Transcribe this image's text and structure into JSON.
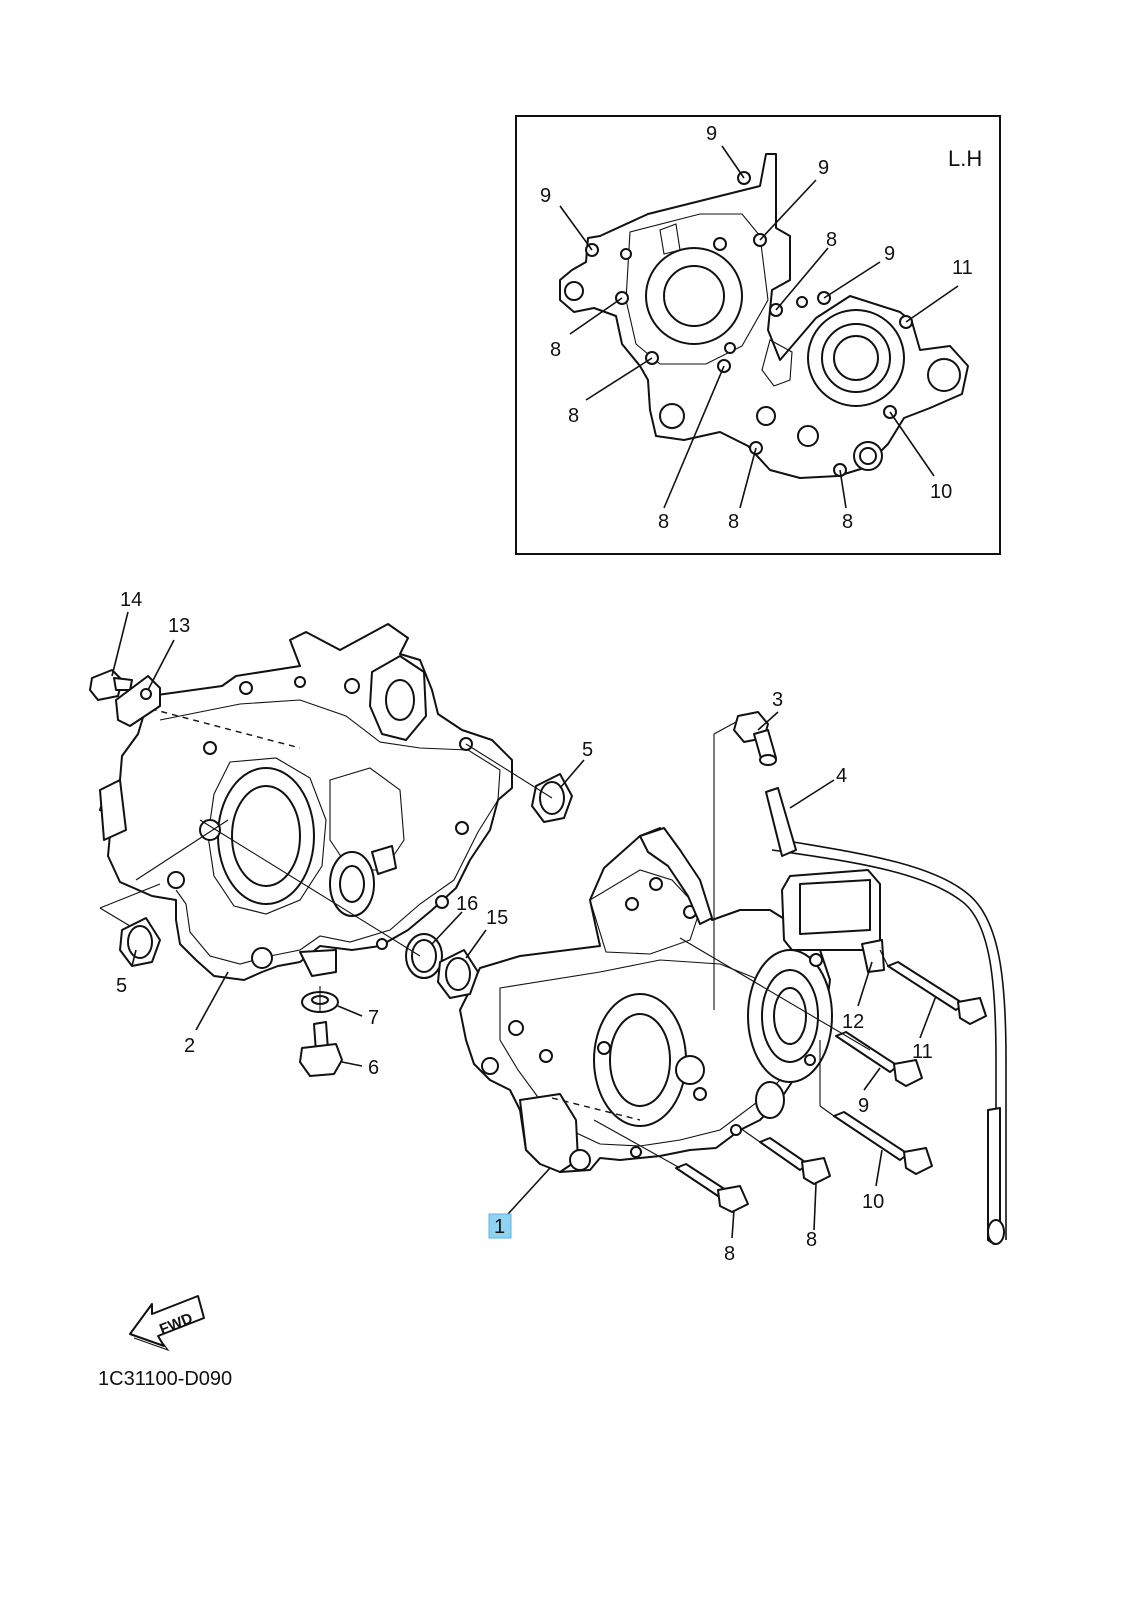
{
  "diagram": {
    "inset_label": "L.H",
    "diagram_code": "1C31100-D090",
    "fwd_label": "FWD",
    "highlight_color": "#8fd3f0",
    "inset_callouts": [
      "9",
      "9",
      "9",
      "8",
      "9",
      "11",
      "8",
      "8",
      "8",
      "8",
      "8",
      "10"
    ],
    "main_callouts": [
      "14",
      "13",
      "5",
      "3",
      "4",
      "16",
      "15",
      "5",
      "7",
      "2",
      "6",
      "12",
      "11",
      "9",
      "10",
      "1",
      "8",
      "8"
    ],
    "selected_part": "1"
  }
}
